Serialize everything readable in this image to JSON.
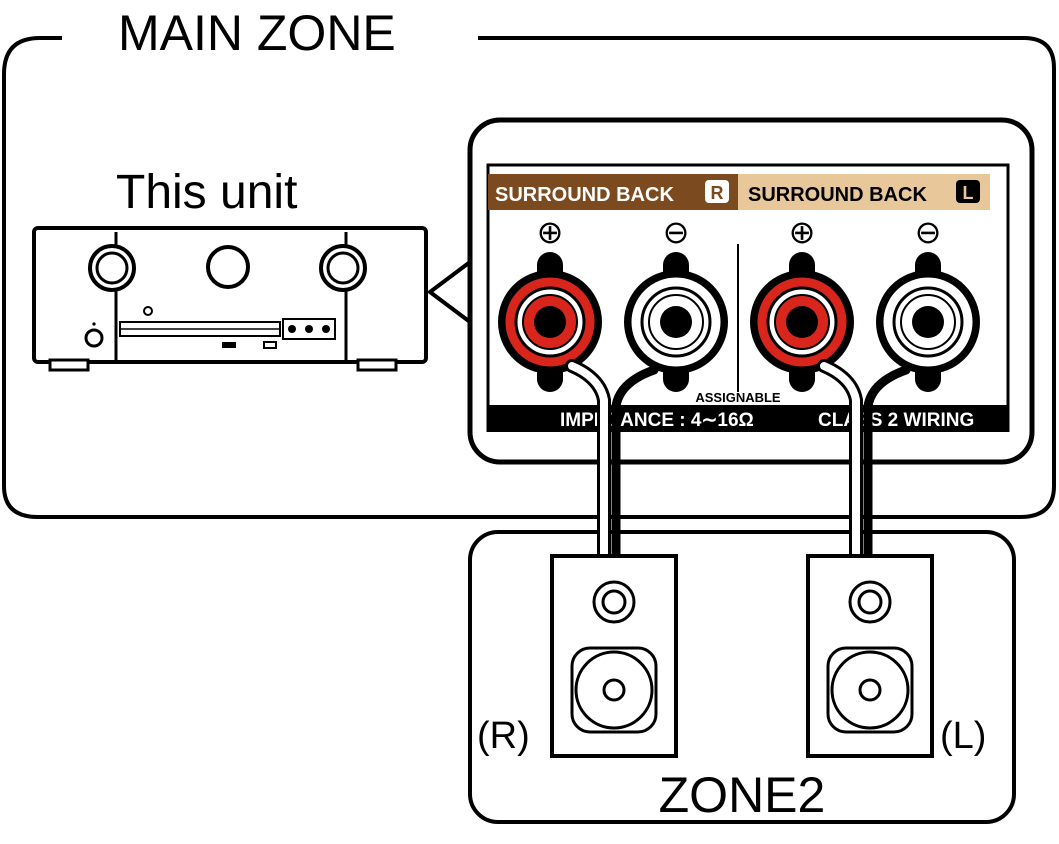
{
  "main_zone": {
    "title": "MAIN ZONE"
  },
  "unit": {
    "title": "This unit"
  },
  "panel": {
    "label_right": "SURROUND BACK",
    "label_right_badge": "R",
    "label_left": "SURROUND BACK",
    "label_left_badge": "L",
    "plus": "⊕",
    "minus": "⊖",
    "assignable": "ASSIGNABLE",
    "impedance": "IMPEDANCE : 4∼16Ω",
    "wiring": "CLASS 2 WIRING"
  },
  "zone2": {
    "title": "ZONE2",
    "speaker_right_label": "(R)",
    "speaker_left_label": "(L)"
  },
  "colors": {
    "label_right_bg": "#7b4a1e",
    "label_left_bg": "#e8c79b",
    "terminal_red": "#d9261c",
    "terminal_white": "#ffffff",
    "outline": "#000000"
  }
}
